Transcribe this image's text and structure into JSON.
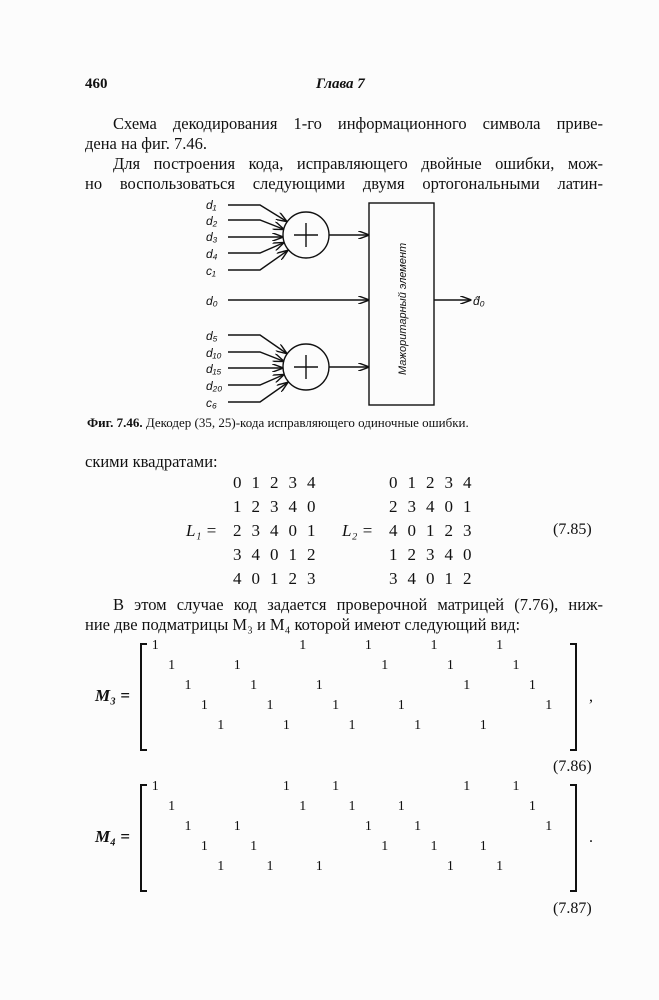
{
  "header": {
    "page_number": "460",
    "chapter": "Глава 7"
  },
  "paragraph1": [
    "Схема декодирования 1-го информационного символа приве-",
    "дена на фиг. 7.46."
  ],
  "paragraph2": [
    "Для построения кода, исправляющего двойные ошибки, мож-",
    "но воспользоваться следующими двумя ортогональными латин-"
  ],
  "figure": {
    "inputs_top": [
      "d₁",
      "d₂",
      "d₃",
      "d₄",
      "c₁"
    ],
    "input_mid": "d₀",
    "inputs_bottom": [
      "d₅",
      "d₁₀",
      "d₁₅",
      "d₂₀",
      "c₆"
    ],
    "box_label": "Мажоритарный элемент",
    "output": "d̂₀",
    "caption_prefix": "Фиг. 7.46.",
    "caption": "Декодер (35, 25)-кода исправляющего одиночные ошибки."
  },
  "paragraph3": "скими квадратами:",
  "squares": {
    "L1_label": "L₁ =",
    "L2_label": "L₂ =",
    "L1": [
      [
        "0",
        "1",
        "2",
        "3",
        "4"
      ],
      [
        "1",
        "2",
        "3",
        "4",
        "0"
      ],
      [
        "2",
        "3",
        "4",
        "0",
        "1"
      ],
      [
        "3",
        "4",
        "0",
        "1",
        "2"
      ],
      [
        "4",
        "0",
        "1",
        "2",
        "3"
      ]
    ],
    "L2": [
      [
        "0",
        "1",
        "2",
        "3",
        "4"
      ],
      [
        "2",
        "3",
        "4",
        "0",
        "1"
      ],
      [
        "4",
        "0",
        "1",
        "2",
        "3"
      ],
      [
        "1",
        "2",
        "3",
        "4",
        "0"
      ],
      [
        "3",
        "4",
        "0",
        "1",
        "2"
      ]
    ],
    "eq_number": "(7.85)"
  },
  "paragraph4": [
    "В этом случае код задается проверочной матрицей (7.76), ниж-",
    "ние две подматрицы M₃ и M₄ которой имеют следующий вид:"
  ],
  "M3": {
    "label": "M₃ =",
    "columns": 25,
    "ones": [
      [
        0,
        9,
        13,
        17,
        21
      ],
      [
        1,
        5,
        14,
        18,
        22
      ],
      [
        2,
        6,
        10,
        19,
        23
      ],
      [
        3,
        7,
        11,
        15,
        24
      ],
      [
        4,
        8,
        12,
        16,
        20
      ]
    ],
    "trail": ",",
    "eq_number": "(7.86)"
  },
  "M4": {
    "label": "M₄ =",
    "columns": 25,
    "ones": [
      [
        0,
        8,
        11,
        19,
        22
      ],
      [
        1,
        9,
        12,
        15,
        23
      ],
      [
        2,
        5,
        13,
        16,
        24
      ],
      [
        3,
        6,
        14,
        17,
        20
      ],
      [
        4,
        7,
        10,
        18,
        21
      ]
    ],
    "trail": ".",
    "eq_number": "(7.87)"
  }
}
